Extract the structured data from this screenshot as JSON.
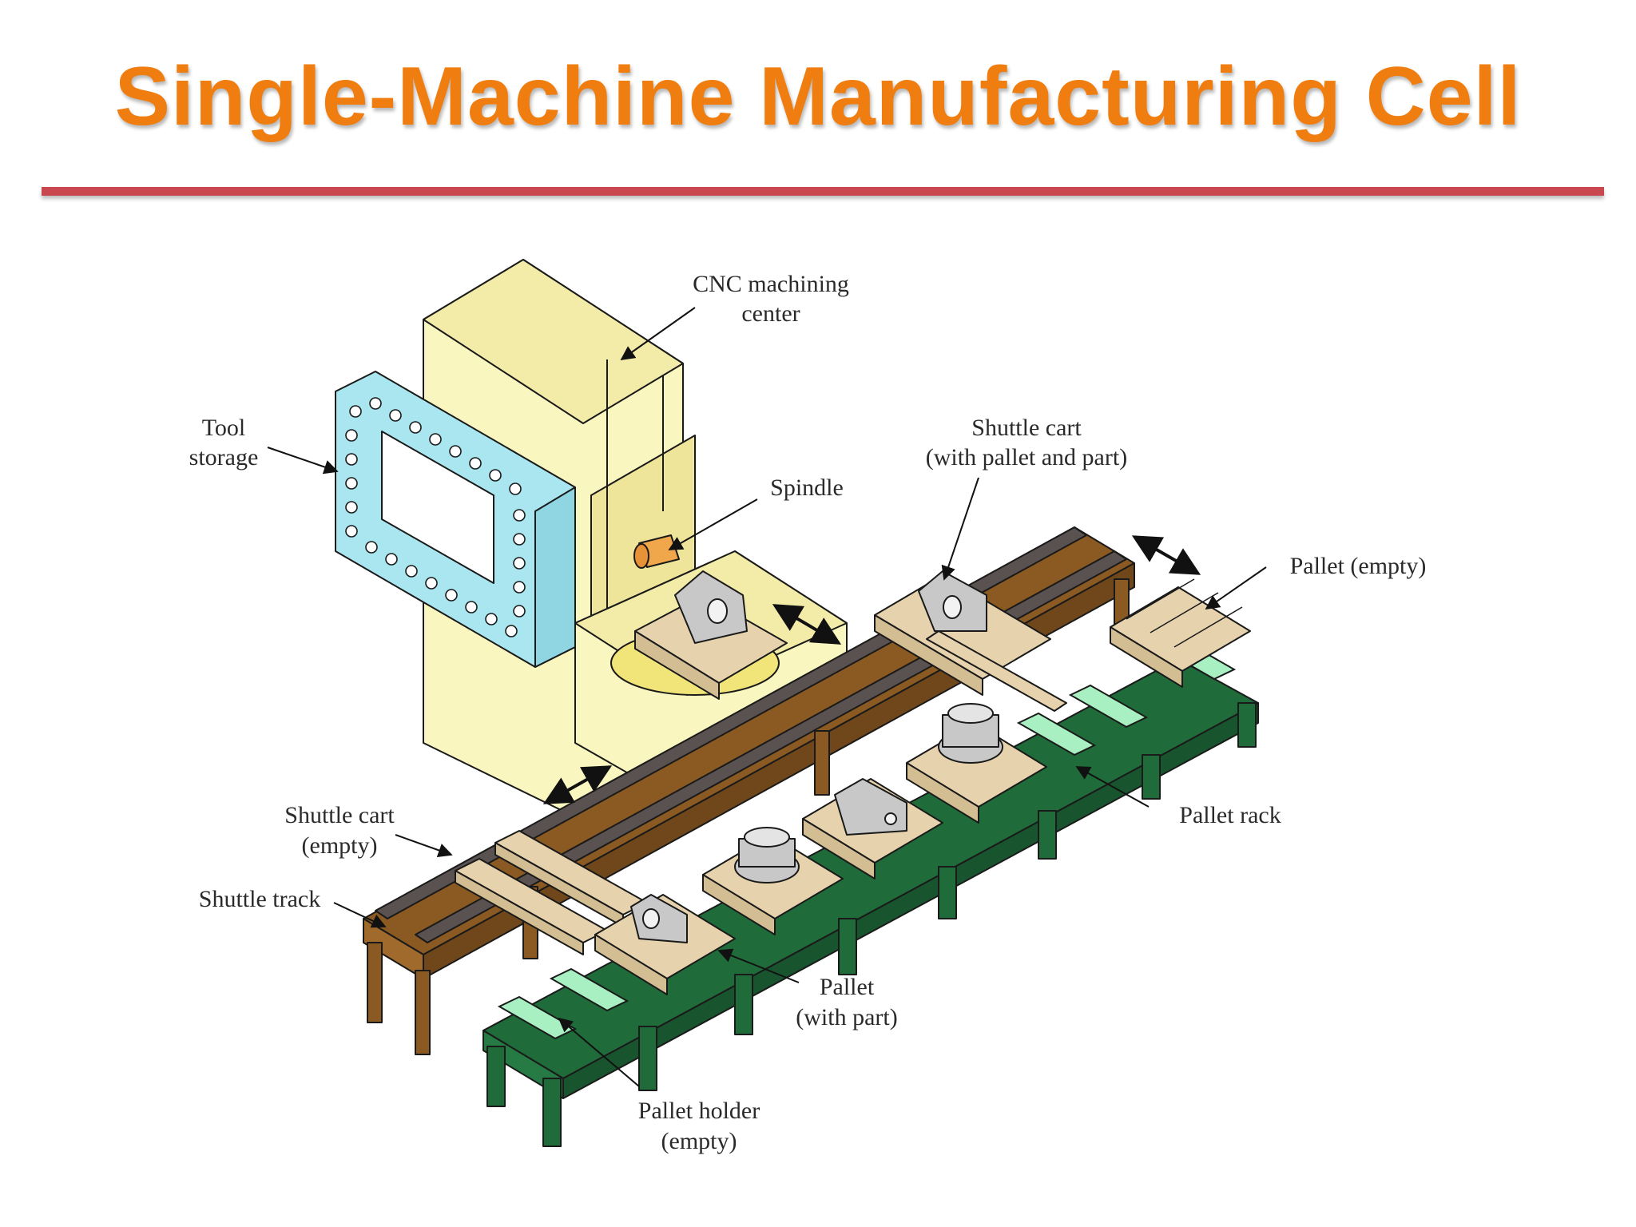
{
  "title": "Single-Machine Manufacturing Cell",
  "labels": {
    "cnc": [
      "CNC machining",
      "center"
    ],
    "tool_storage": [
      "Tool",
      "storage"
    ],
    "spindle": "Spindle",
    "shuttle_cart_loaded": [
      "Shuttle cart",
      "(with pallet and part)"
    ],
    "pallet_empty": "Pallet (empty)",
    "pallet_rack": "Pallet rack",
    "shuttle_cart_empty": [
      "Shuttle cart",
      "(empty)"
    ],
    "shuttle_track": "Shuttle track",
    "pallet_with_part": [
      "Pallet",
      "(with part)"
    ],
    "pallet_holder_empty": [
      "Pallet holder",
      "(empty)"
    ]
  },
  "colors": {
    "title": "#ef7d10",
    "rule": "#c9474e",
    "machine": "#faf6c0",
    "tool_storage": "#a9e6ef",
    "track": "#8a5a22",
    "rack": "#1f6b3a",
    "holder": "#a8efc2",
    "pallet": "#e6d3ad",
    "part": "#c8c8c8"
  }
}
